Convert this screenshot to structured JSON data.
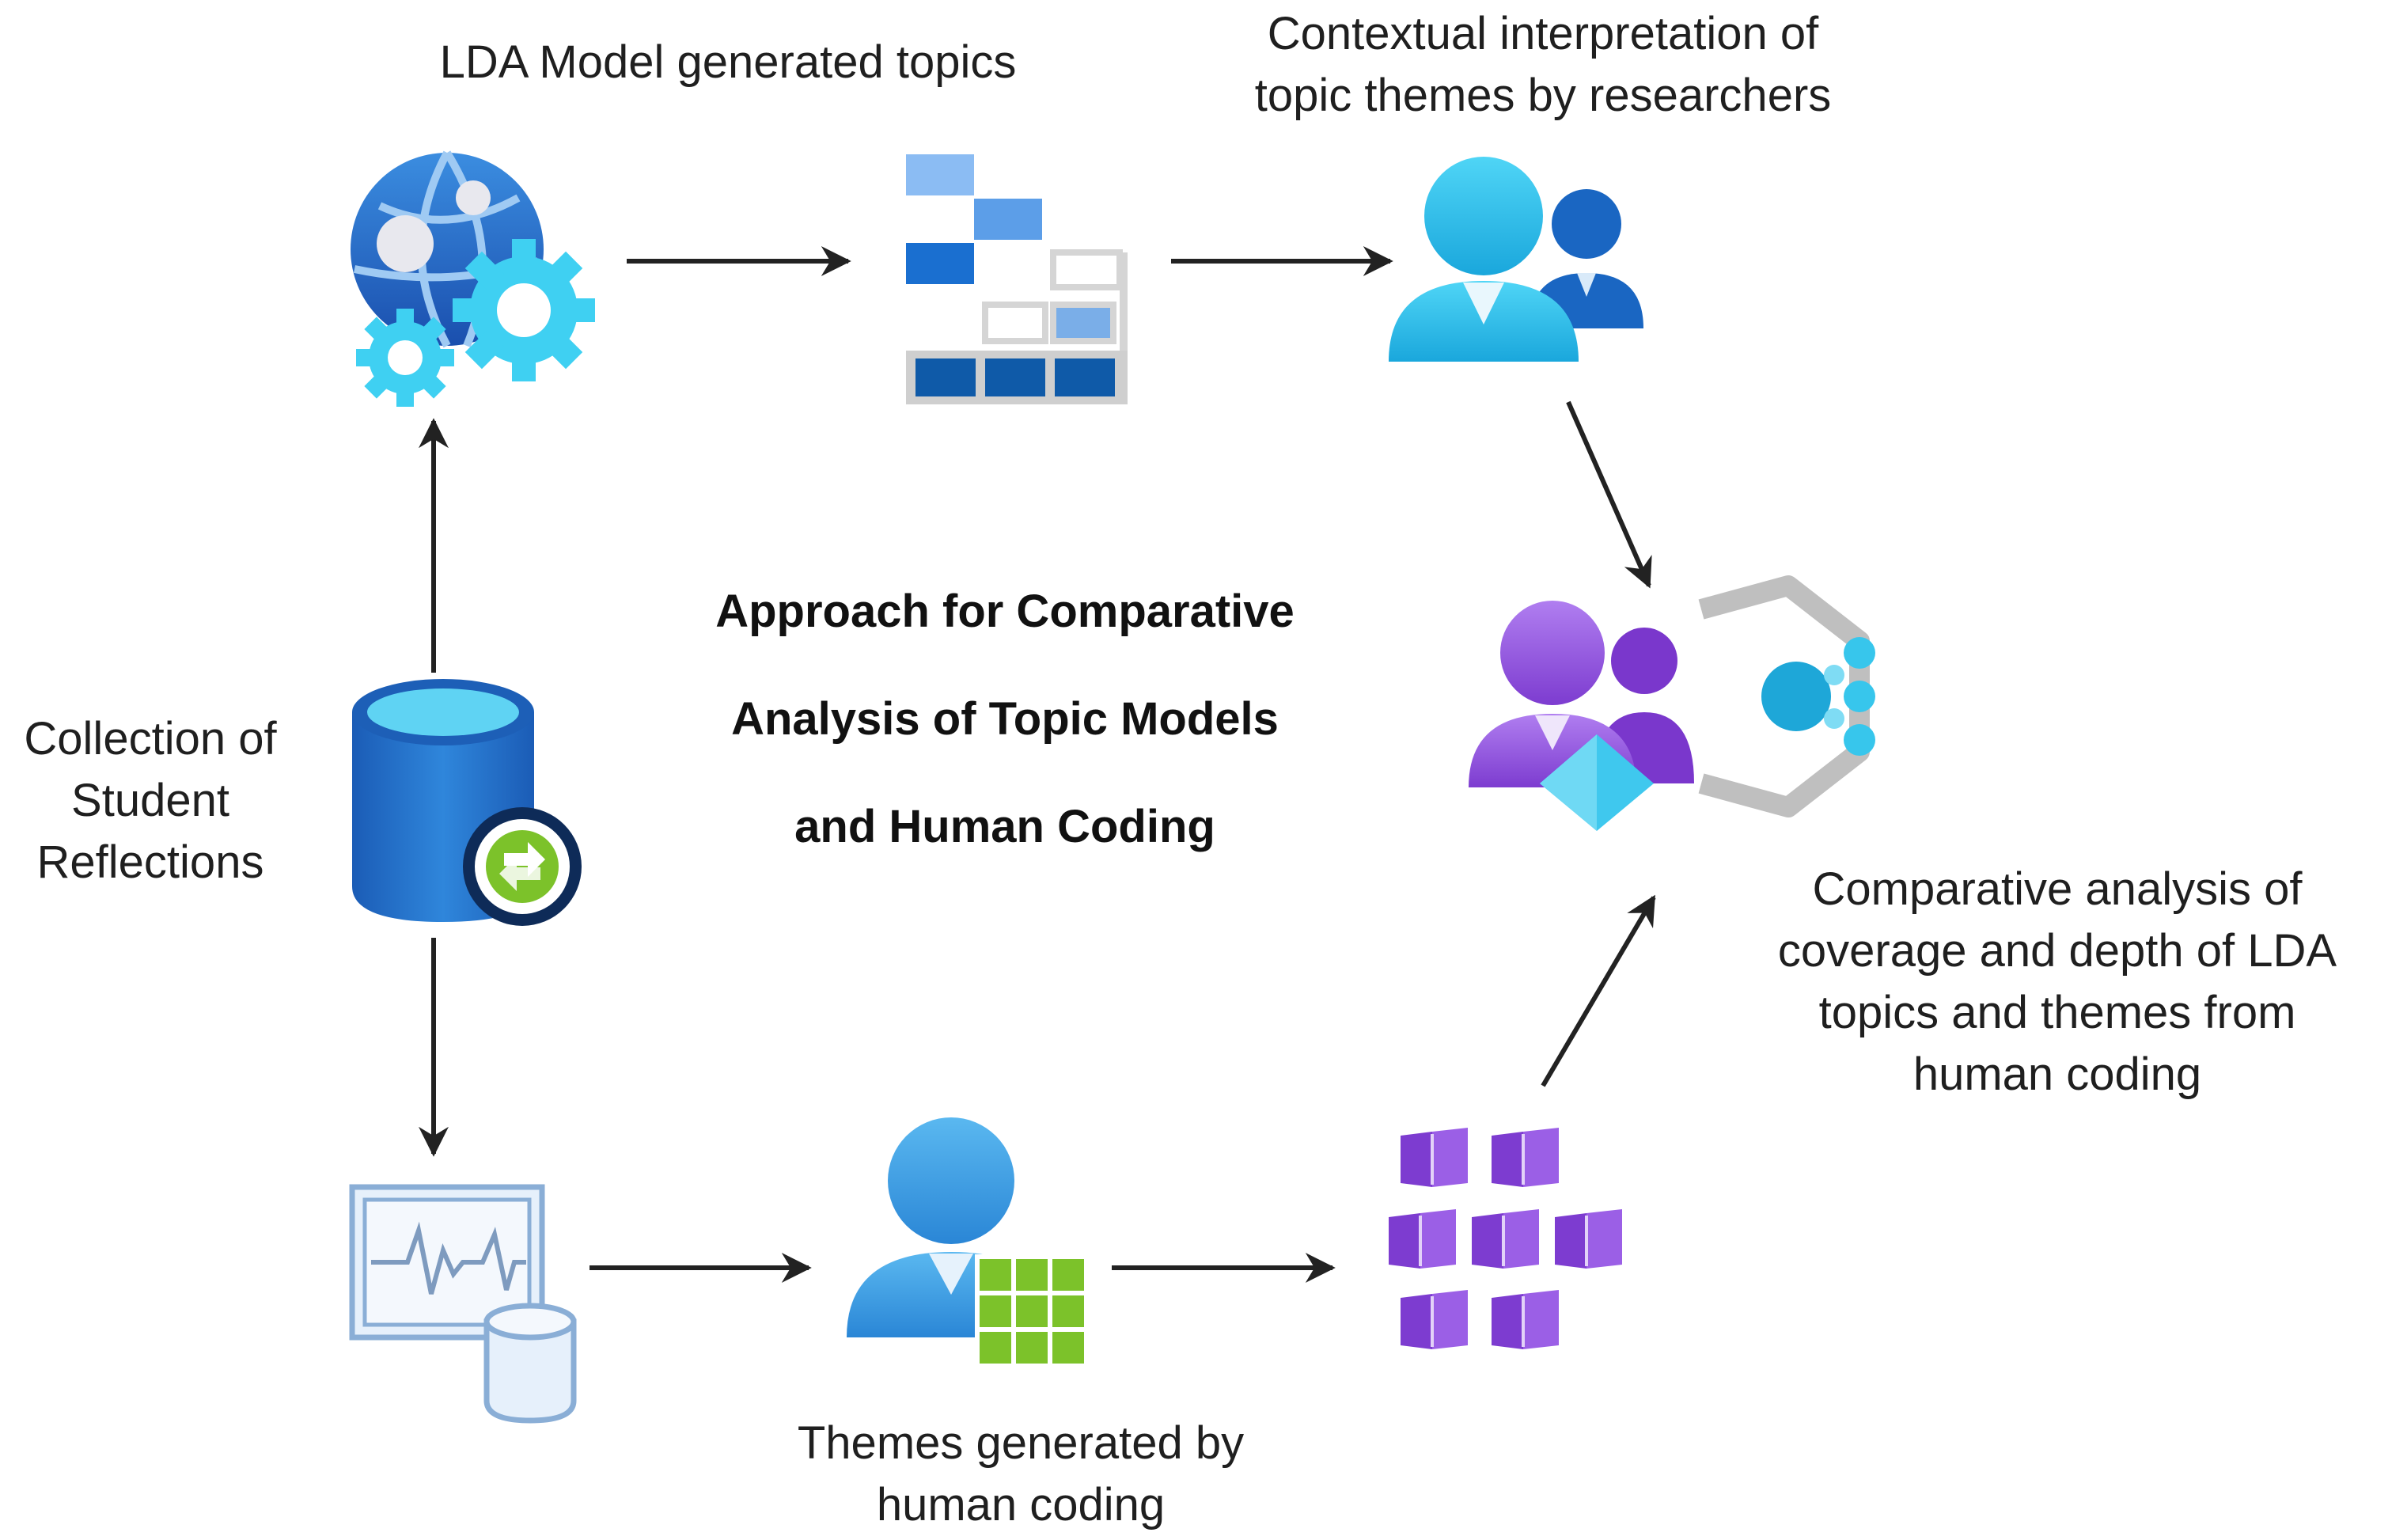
{
  "title_lines": [
    "Approach for Comparative",
    "Analysis of Topic Models",
    "and Human Coding"
  ],
  "nodes": {
    "collection": {
      "lines": [
        "Collection of",
        "Student",
        "Reflections"
      ],
      "icon": "database-sync-icon"
    },
    "lda_model": {
      "lines": [
        "LDA Model generated topics"
      ],
      "icon": "web-globe-gears-icon"
    },
    "topics": {
      "icon": "topic-matrix-icon"
    },
    "researchers": {
      "lines": [
        "Contextual interpretation of",
        "topic themes by researchers"
      ],
      "icon": "researchers-users-icon"
    },
    "comparative": {
      "lines": [
        "Comparative analysis of",
        "coverage and depth of LDA",
        "topics and themes from",
        "human coding"
      ],
      "icon": "users-cognitive-analysis-icon"
    },
    "monitor": {
      "icon": "monitor-database-icon"
    },
    "human_coding": {
      "lines": [
        "Themes generated by",
        "human coding"
      ],
      "icon": "user-grid-icon"
    },
    "cubes": {
      "icon": "cubes-cluster-icon"
    }
  },
  "colors": {
    "blue_dark": "#1a62b8",
    "blue_light": "#52b7e6",
    "cyan": "#3ccbf4",
    "purple": "#8a47d6",
    "green": "#7cc22a",
    "arrow": "#222222"
  }
}
